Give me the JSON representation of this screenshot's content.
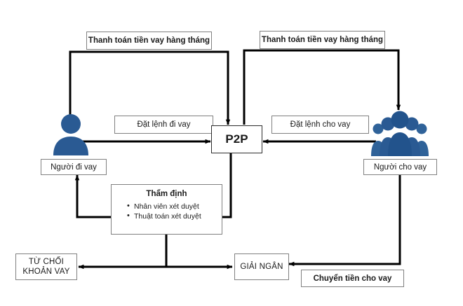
{
  "diagram": {
    "title": "P2P lending flow diagram",
    "accent_color": "#2a5a93",
    "line_color": "#000000",
    "box_border_color": "#808080",
    "background": "#ffffff"
  },
  "nodes": {
    "p2p": {
      "label": "P2P"
    },
    "borrower": {
      "label": "Người đi vay",
      "icon": "single-person-icon"
    },
    "lender": {
      "label": "Người cho vay",
      "icon": "people-group-icon"
    },
    "assessment": {
      "title": "Thẩm định",
      "bullets": [
        "Nhân viên  xét duyệt",
        "Thuật  toán xét duyệt"
      ]
    },
    "reject": {
      "line1": "TỪ CHỐI",
      "line2": "KHOẢN  VAY"
    },
    "disburse": {
      "label": "GIẢI NGÂN"
    }
  },
  "edge_labels": {
    "monthly_repayment_left": "Thanh toán tiền vay hàng tháng",
    "monthly_repayment_right": "Thanh toán tiền vay hàng tháng",
    "borrow_order": "Đặt lệnh đi vay",
    "lend_order": "Đặt lệnh cho vay",
    "transfer_money": "Chuyển tiền cho vay"
  }
}
